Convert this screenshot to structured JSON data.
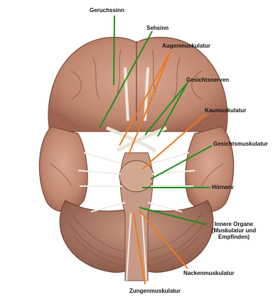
{
  "labels": {
    "geruchssinn": "Geruchssinn",
    "sehsinn": "Sehsinn",
    "augenmuskulatur": "Augenmuskulatur",
    "gesichtsnerven": "Gesichtsnerven",
    "kaumuskulatur": "Kaumuskulatur",
    "gesichtsmuskulatur": "Gesichtsmuskulatur",
    "hoernerv": "Hörnerv",
    "innere_organe": [
      "Innere Organe",
      "(Muskulatur und",
      "Empfinden)"
    ],
    "nackenmuskulatur": "Nackenmuskulatur",
    "zungenmuskulatur": "Zungenmuskulatur"
  },
  "colors": {
    "sensory_line": "#1f8f1f",
    "motor_line": "#ee7a1c",
    "brain_tissue": "#c8917a",
    "cerebellum": "#b98670",
    "nerve": "#f1ece4"
  }
}
